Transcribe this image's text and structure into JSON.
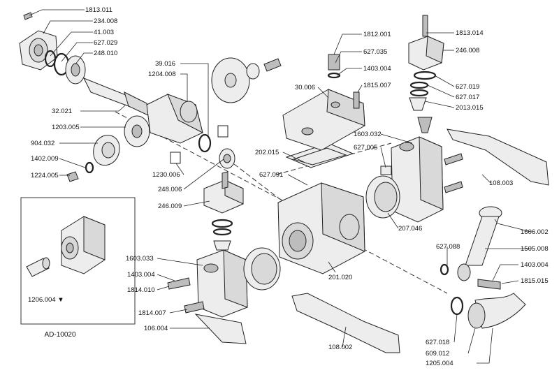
{
  "labels": {
    "p1813_011": "1813.011",
    "p234_008": "234.008",
    "p41_003": "41.003",
    "p627_029": "627.029",
    "p248_010": "248.010",
    "p32_021": "32.021",
    "p1203_005": "1203.005",
    "p904_032": "904.032",
    "p1402_009": "1402.009",
    "p1224_005": "1224.005",
    "p39_016": "39.016",
    "p1204_008": "1204.008",
    "p1230_006": "1230.006",
    "p248_006": "248.006",
    "p246_009": "246.009",
    "p1603_033": "1603.033",
    "p1403_004_a": "1403.004",
    "p1814_010": "1814.010",
    "p1814_007": "1814.007",
    "p106_004": "106.004",
    "p1812_001": "1812.001",
    "p627_035": "627.035",
    "p1403_004_b": "1403.004",
    "p1815_007_a": "1815.007",
    "p30_006": "30.006",
    "p202_015": "202.015",
    "p627_091": "627.091",
    "p1603_032": "1603.032",
    "p627_005": "627.005",
    "p207_046": "207.046",
    "p201_020": "201.020",
    "p108_002": "108.002",
    "p1813_014": "1813.014",
    "p246_008": "246.008",
    "p627_019": "627.019",
    "p627_017": "627.017",
    "p2013_015": "2013.015",
    "p108_003": "108.003",
    "p1606_002": "1606.002",
    "p1505_008": "1505.008",
    "p627_088": "627.088",
    "p1403_004_c": "1403.004",
    "p1815_015": "1815.015",
    "p627_018": "627.018",
    "p609_012": "609.012",
    "p1205_004": "1205.004",
    "p1206_004": "1206.004 ▼"
  },
  "inset_caption": "AD-10020"
}
